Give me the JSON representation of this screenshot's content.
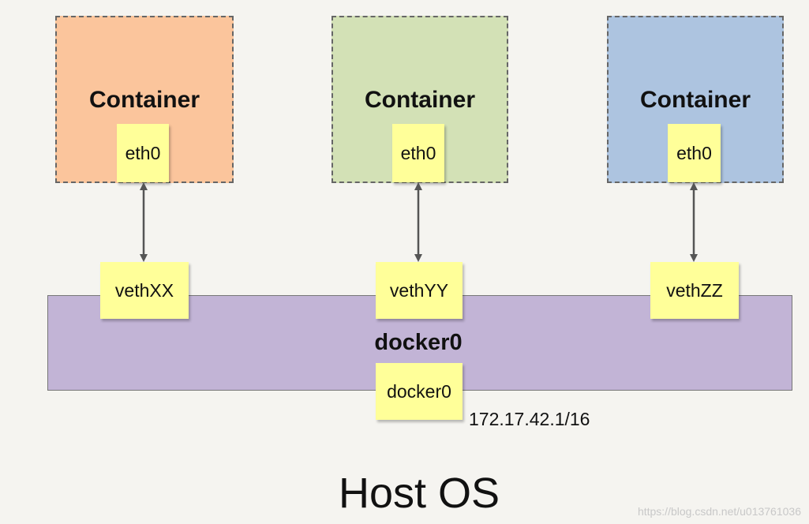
{
  "containers": [
    {
      "label": "Container",
      "interface": "eth0",
      "color": "#fbc59c"
    },
    {
      "label": "Container",
      "interface": "eth0",
      "color": "#d3e1b6"
    },
    {
      "label": "Container",
      "interface": "eth0",
      "color": "#adc4e0"
    }
  ],
  "veths": [
    "vethXX",
    "vethYY",
    "vethZZ"
  ],
  "bridge": {
    "label": "docker0",
    "interface": "docker0",
    "ip": "172.17.42.1/16",
    "color": "#c2b4d6"
  },
  "host": {
    "label": "Host OS"
  },
  "watermark": "https://blog.csdn.net/u013761036"
}
